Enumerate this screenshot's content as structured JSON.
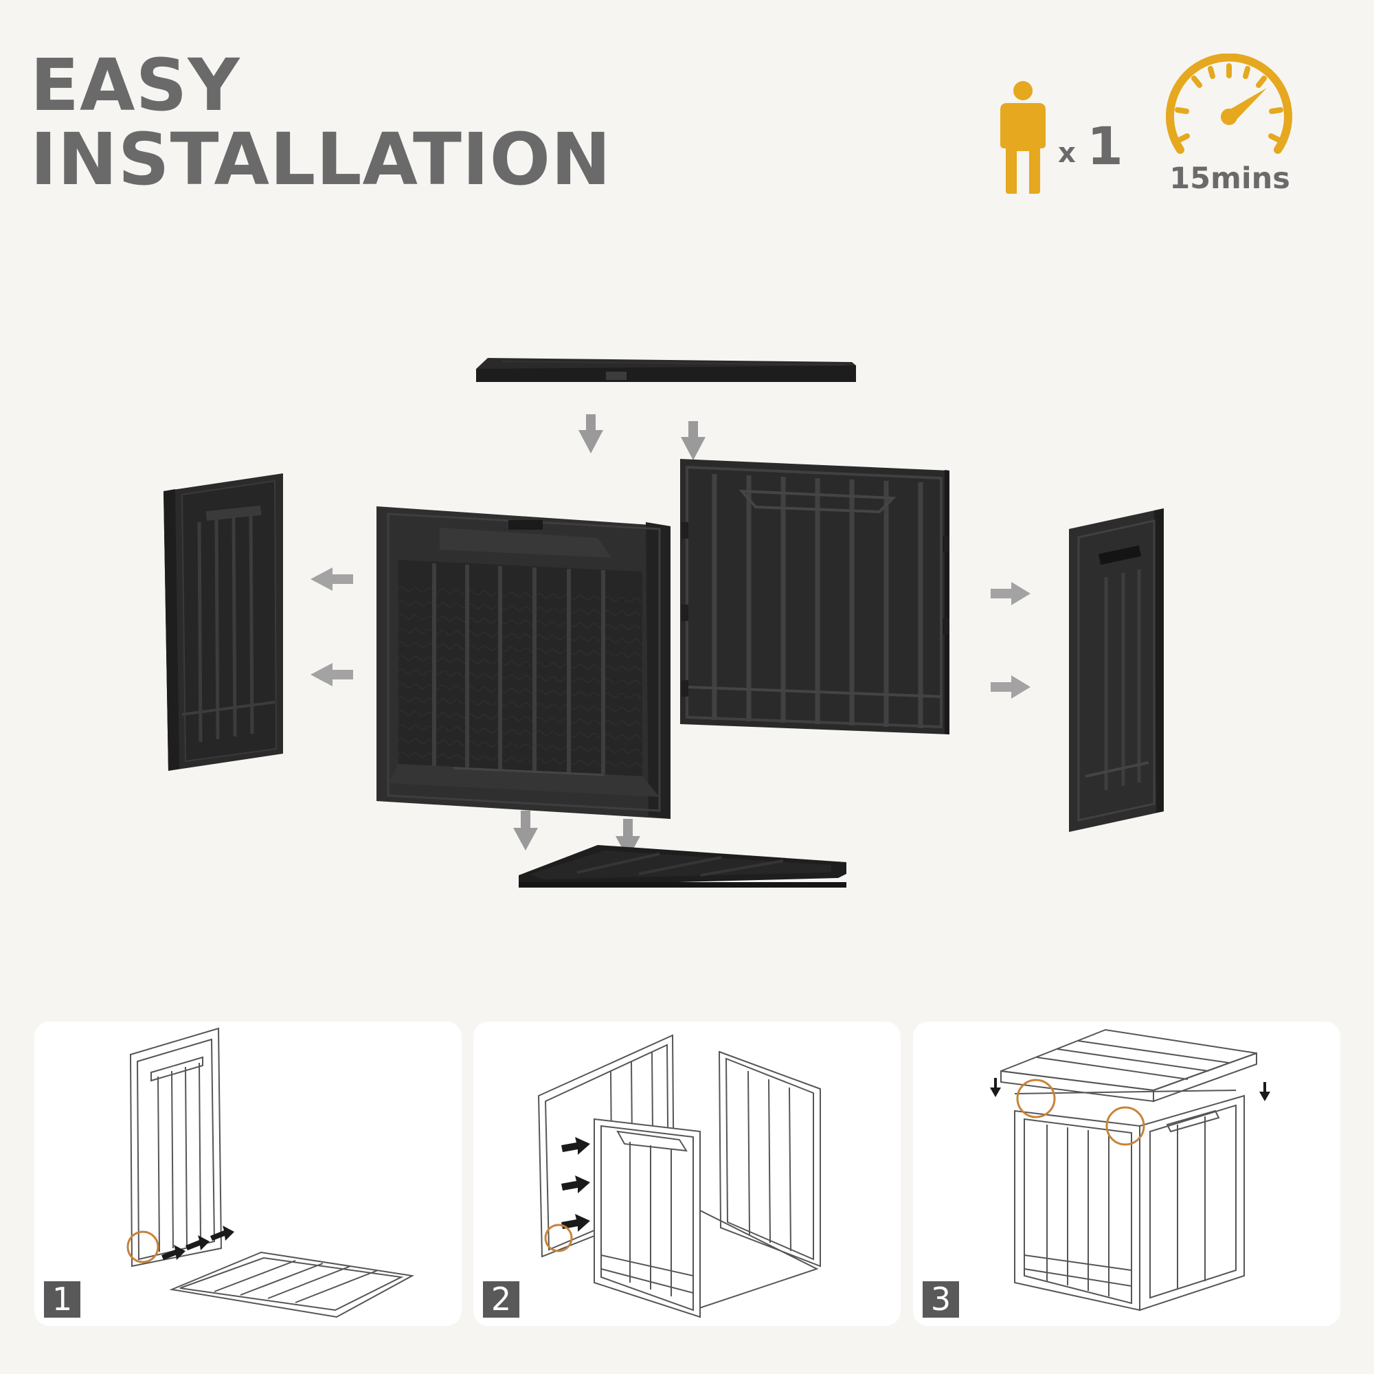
{
  "header": {
    "title_line1": "EASY",
    "title_line2": "INSTALLATION"
  },
  "requirements": {
    "people_count": "x 1",
    "x_label": "x",
    "count_label": "1",
    "time_label": "15mins",
    "icons": [
      "person-icon",
      "stopwatch-icon"
    ]
  },
  "colors": {
    "accent": "#e5a81e",
    "title_gray": "#6a6a6a",
    "panel_dark": "#2b2b2b",
    "highlight_circle": "#c7833a",
    "badge_gray": "#595959"
  },
  "steps": [
    {
      "number": "1"
    },
    {
      "number": "2"
    },
    {
      "number": "3"
    }
  ]
}
